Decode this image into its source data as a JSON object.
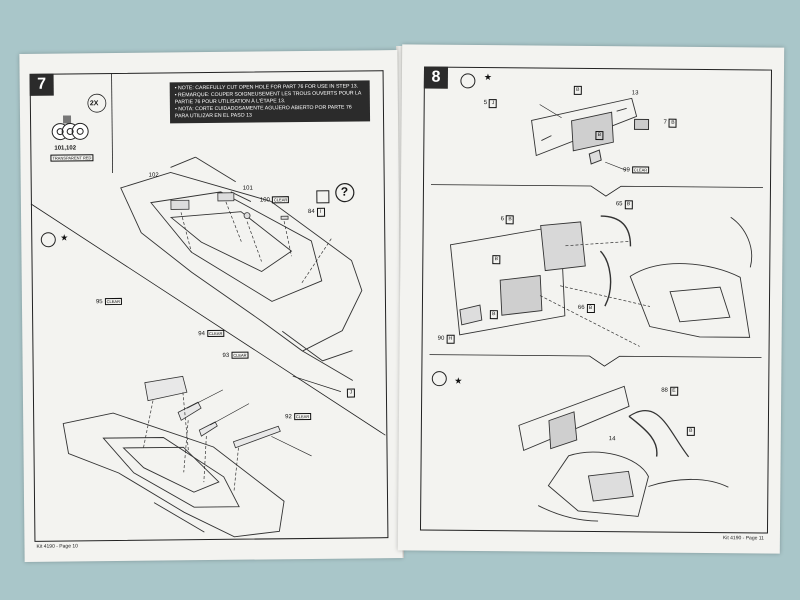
{
  "left_page": {
    "step_number": "7",
    "note_lines": [
      "• NOTE: CAREFULLY CUT OPEN HOLE FOR PART 76 FOR USE IN STEP 13.",
      "• REMARQUE: COUPER SOIGNEUSEMENT LES TROUS OUVERTS POUR LA",
      "PARTIE 76 POUR UTILISATION À L'ÉTAPE 13.",
      "• NOTA: CORTE CUIDADOSAMENTE AGUJERO ABIERTO POR PARTE 76",
      "PARA UTILIZAR EN EL PASO 13"
    ],
    "qty": "2X",
    "part_101_102": "101,102",
    "transparent_red": "TRANSPARENT RED",
    "star": "★",
    "question": "?",
    "labels": {
      "p102": "102",
      "p101": "101",
      "p100": "100",
      "p84": "84",
      "p95": "95",
      "p94": "94",
      "p93": "93",
      "p92": "92",
      "pJ": "J",
      "clear": "CLEAR",
      "letter_84": "I"
    },
    "footer": "Kit 4190 - Page 10"
  },
  "right_page": {
    "step_number": "8",
    "star": "★",
    "labels": {
      "p5": "5",
      "p5_letter": "J",
      "pB": "B",
      "p13": "13",
      "p7": "7",
      "p99": "99",
      "clear": "CLEAR",
      "p6": "6",
      "p65": "65",
      "p66": "66",
      "p90": "90",
      "p90_letter": "H",
      "p88": "88",
      "p88_letter": "E",
      "p14": "14"
    },
    "footer": "Kit 4190 - Page 11"
  }
}
